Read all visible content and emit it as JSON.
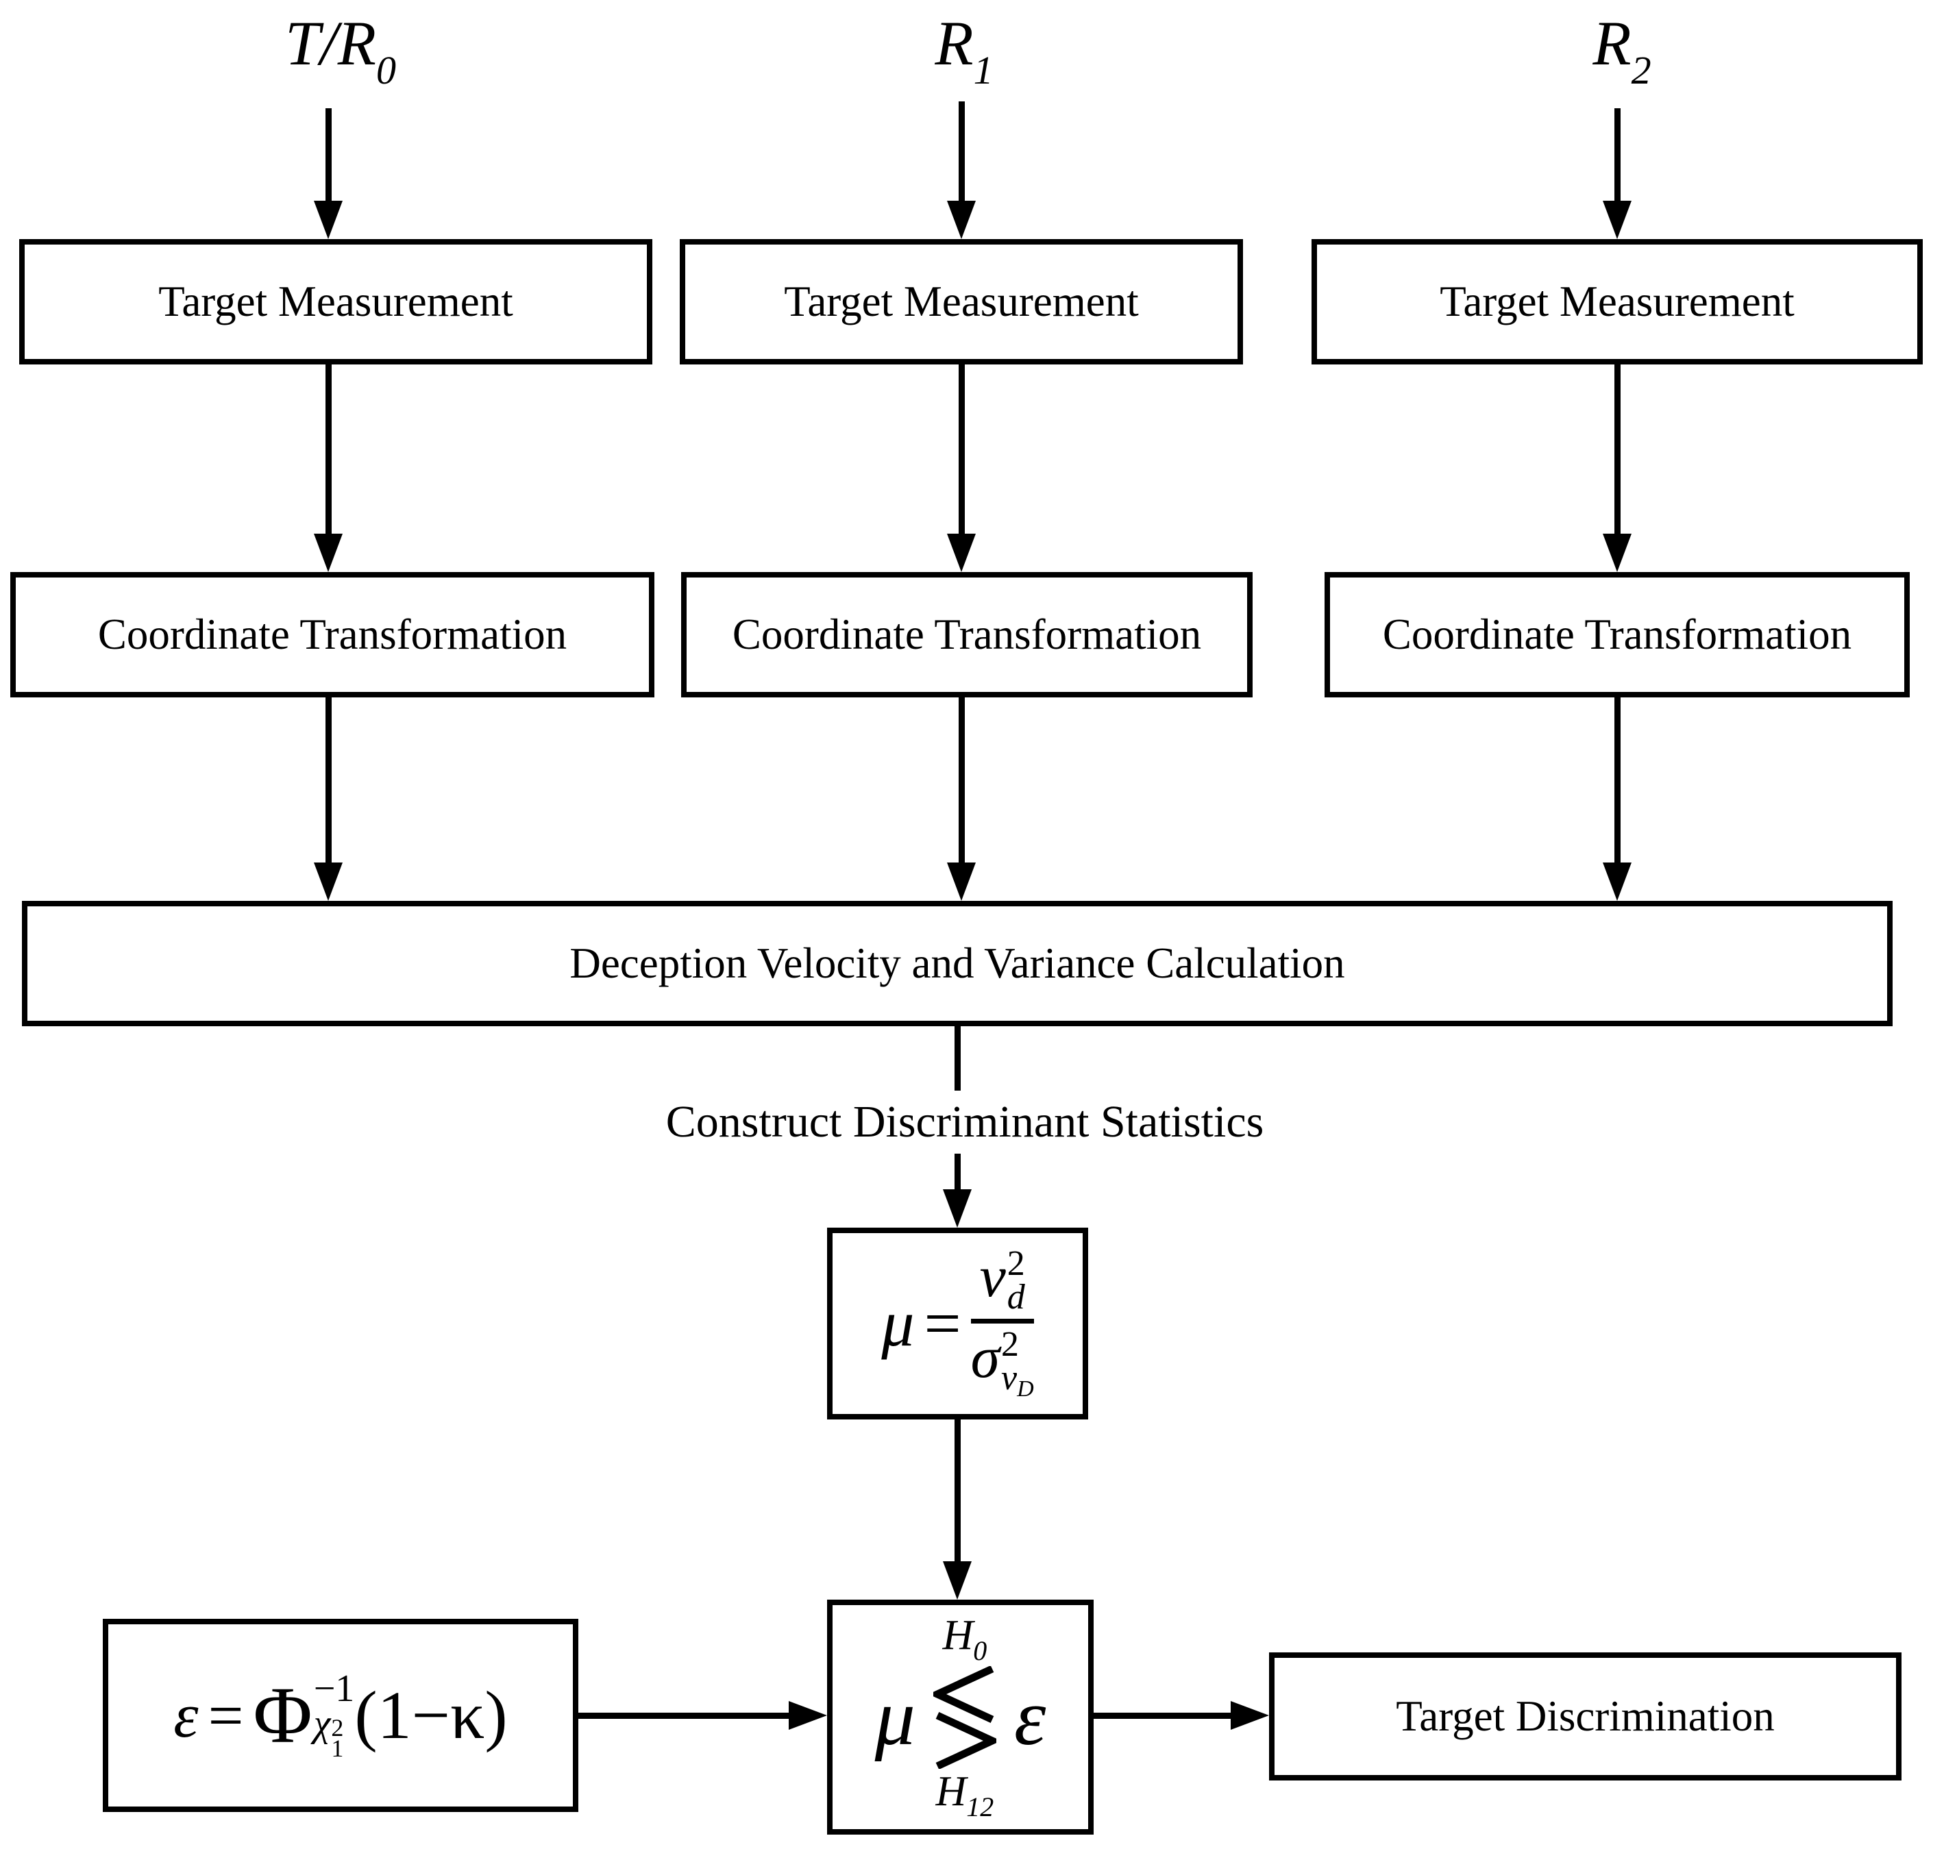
{
  "diagram": {
    "background": "#ffffff",
    "stroke": "#000000",
    "top_labels": [
      {
        "base": "T/R",
        "sub": "0"
      },
      {
        "base": "R",
        "sub": "1"
      },
      {
        "base": "R",
        "sub": "2"
      }
    ],
    "row1_boxes": [
      "Target Measurement",
      "Target Measurement",
      "Target Measurement"
    ],
    "row2_boxes": [
      "Coordinate Transformation",
      "Coordinate Transformation",
      "Coordinate Transformation"
    ],
    "wide_box": "Deception Velocity and Variance Calculation",
    "flow_label": "Construct Discriminant Statistics",
    "mu_formula": {
      "lhs": "μ",
      "eq": "=",
      "num_base": "v",
      "num_sup": "2",
      "num_sub": "d",
      "den_base": "σ",
      "den_sup": "2",
      "den_sub_base": "v",
      "den_sub_sub": "D"
    },
    "epsilon_formula": {
      "lhs": "ε",
      "eq": "=",
      "phi": "Φ",
      "phi_sup": "−1",
      "chi": "χ",
      "chi_sup": "2",
      "chi_sub": "1",
      "paren": "(1−κ)"
    },
    "decision": {
      "mu": "μ",
      "epsilon": "ε",
      "h_top_base": "H",
      "h_top_sub": "0",
      "h_bottom_base": "H",
      "h_bottom_sub": "12"
    },
    "target_discrimination_label": "Target Discrimination"
  }
}
